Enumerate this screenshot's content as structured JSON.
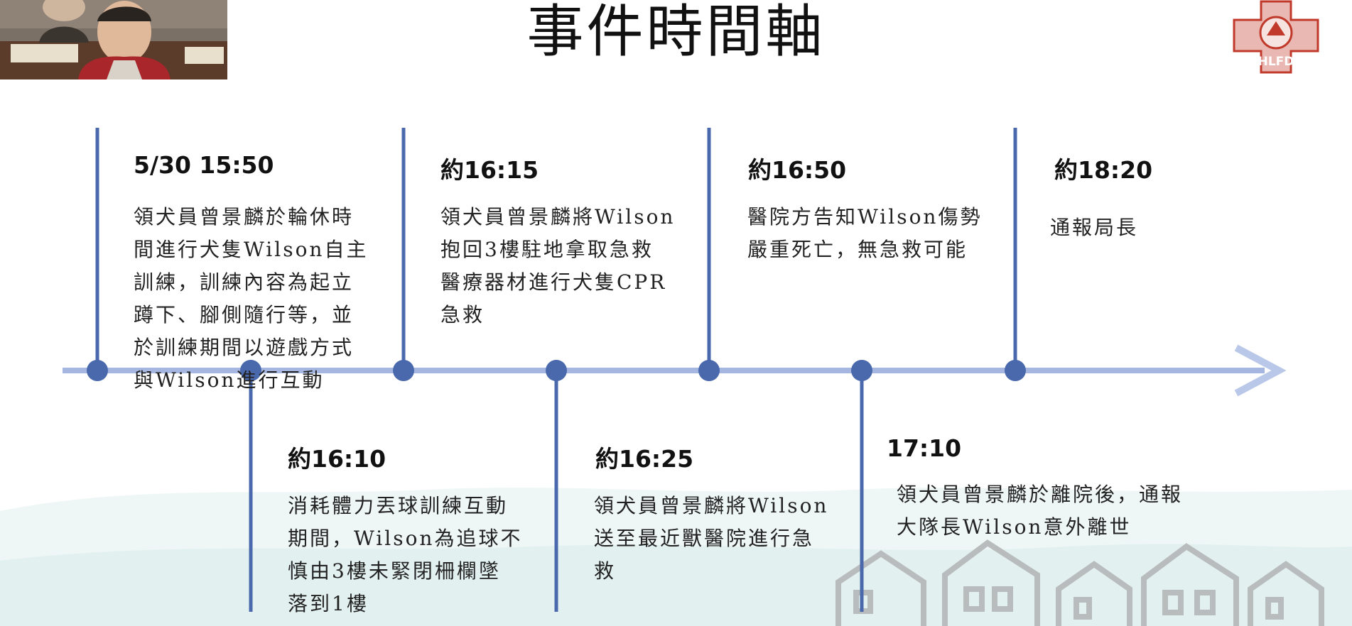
{
  "slide": {
    "title": "事件時間軸"
  },
  "logo": {
    "text": "HLFD"
  },
  "colors": {
    "timeline": "#4a69ad",
    "arrow": "#b9c7e8",
    "axis": "#a5b7e0",
    "wash": "#dff0ef",
    "houses": "#b9bcbc",
    "logo": "#c0392b"
  },
  "events": [
    {
      "time": "5/30 15:50",
      "desc": [
        "領犬員曾景麟於輪休時",
        "間進行犬隻Wilson自主",
        "訓練，訓練內容為起立",
        "蹲下、腳側隨行等，並",
        "於訓練期間以遊戲方式",
        "與Wilson進行互動"
      ]
    },
    {
      "time": "約16:10",
      "desc": [
        "消耗體力丟球訓練互動",
        "期間，Wilson為追球不",
        "慎由3樓未緊閉柵欄墜",
        "落到1樓"
      ]
    },
    {
      "time": "約16:15",
      "desc": [
        "領犬員曾景麟將Wilson",
        "抱回3樓駐地拿取急救",
        "醫療器材進行犬隻CPR",
        "急救"
      ]
    },
    {
      "time": "約16:25",
      "desc": [
        "領犬員曾景麟將Wilson",
        "送至最近獸醫院進行急",
        "救"
      ]
    },
    {
      "time": "約16:50",
      "desc": [
        "醫院方告知Wilson傷勢",
        "嚴重死亡，無急救可能"
      ]
    },
    {
      "time": "17:10",
      "desc": [
        "領犬員曾景麟於離院後，通報",
        "大隊長Wilson意外離世"
      ]
    },
    {
      "time": "約18:20",
      "desc": [
        "通報局長"
      ]
    }
  ]
}
